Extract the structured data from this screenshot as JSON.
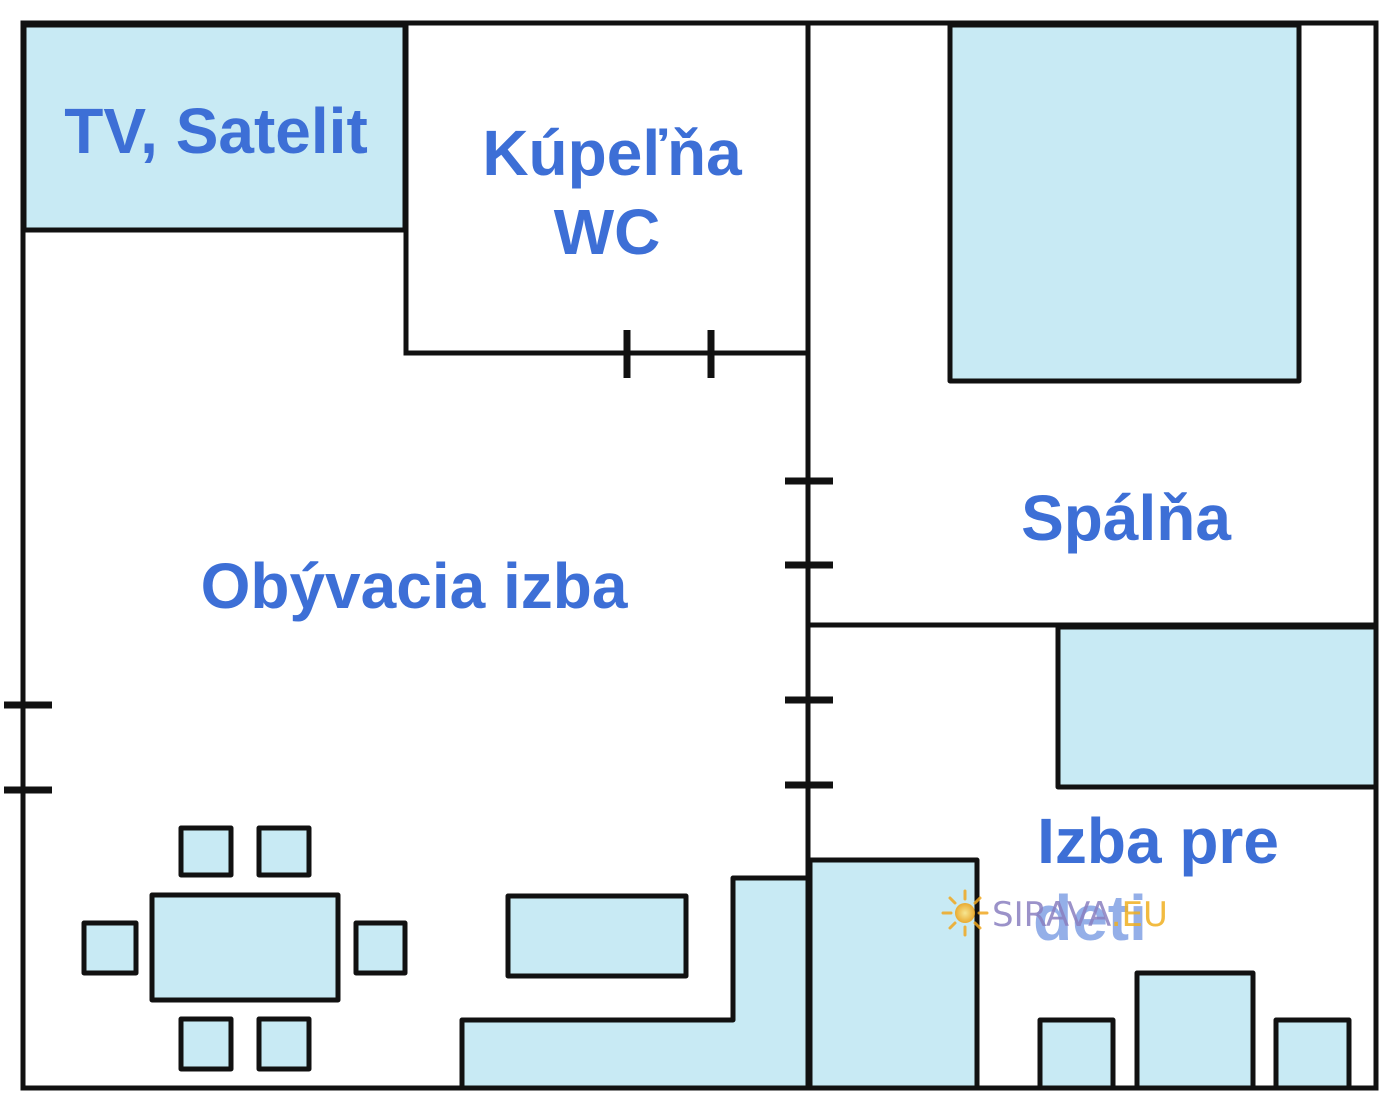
{
  "rooms": {
    "tv": "TV, Satelit",
    "bathroom_line1": "Kúpeľňa",
    "bathroom_line2": "WC",
    "bedroom": "Spálňa",
    "living": "Obývacia izba",
    "kids_line1": "Izba pre",
    "kids_line2": "deti"
  },
  "watermark": {
    "part1": "SIRAVA",
    "part2": ".EU"
  },
  "colors": {
    "wall": "#111111",
    "furniture_fill": "#c8eaf4",
    "label": "#3d6fd6",
    "watermark_main": "#8a7fc0",
    "watermark_accent": "#f0b020"
  }
}
